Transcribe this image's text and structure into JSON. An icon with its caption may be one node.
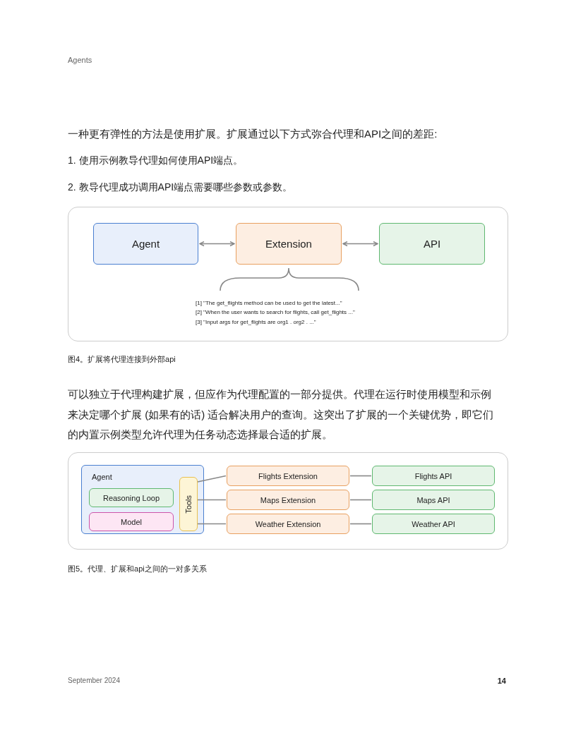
{
  "diagram": {
    "nodes": [
      {
        "text": [
          "Agent"
        ]
      },
      {
        "text": [
          "Extension"
        ]
      },
      {
        "text": [
          "API"
        ]
      },
      {
        "text": [
          "Agent"
        ]
      },
      {
        "text": [
          "Reasoning Loop"
        ],
        "in": 3
      },
      {
        "text": [
          "Model"
        ],
        "in": 3
      },
      {
        "text": [
          "Tools"
        ],
        "in": 3
      },
      {
        "text": [
          "Flights Extension"
        ]
      },
      {
        "text": [
          "Maps Extension"
        ]
      },
      {
        "text": [
          "Weather Extension"
        ]
      },
      {
        "text": [
          "Flights API"
        ]
      },
      {
        "text": [
          "Maps API"
        ]
      },
      {
        "text": [
          "Weather API"
        ]
      }
    ],
    "edges": [
      {
        "from": 0,
        "to": 1,
        "arrow": "both"
      },
      {
        "from": 1,
        "to": 2,
        "arrow": "both"
      },
      {
        "from": 6,
        "to": 7,
        "arrow": "none"
      },
      {
        "from": 6,
        "to": 8,
        "arrow": "none"
      },
      {
        "from": 6,
        "to": 9,
        "arrow": "none"
      },
      {
        "from": 7,
        "to": 10,
        "arrow": "none"
      },
      {
        "from": 8,
        "to": 11,
        "arrow": "none"
      },
      {
        "from": 9,
        "to": 12,
        "arrow": "none"
      }
    ],
    "labels": [
      "Agents",
      "一种更有弹性的方法是使用扩展。扩展通过以下方式弥合代理和API之间的差距:",
      "1. 使用示例教导代理如何使用API端点。",
      "2. 教导代理成功调用API端点需要哪些参数或参数。",
      "[1] \"The get_flights method can be used to get the latest...\"",
      "[2] \"When the user wants to search for flights, call get_flights ...\"",
      "[3] \"Input args for get_flights are org1 . org2 . ...\"",
      "图4。扩展将代理连接到外部api",
      "可以独立于代理构建扩展，但应作为代理配置的一部分提供。代理在运行时使用模型和示例来决定哪个扩展 (如果有的话) 适合解决用户的查询。这突出了扩展的一个关键优势，即它们的内置示例类型允许代理为任务动态选择最合适的扩展。",
      "图5。代理、扩展和api之间的一对多关系",
      "September 2024",
      "14"
    ]
  }
}
